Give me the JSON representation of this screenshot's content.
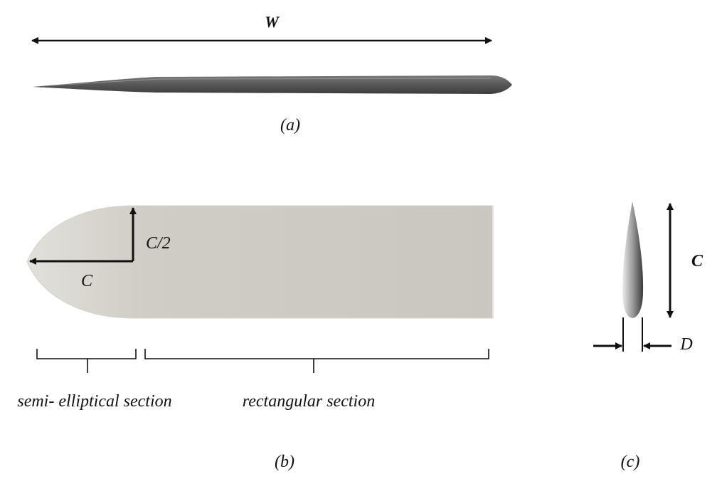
{
  "panel_a": {
    "caption": "(a)",
    "dimension_label": "W"
  },
  "panel_b": {
    "caption": "(b)",
    "half_chord_label": "C/2",
    "chord_label": "C",
    "section_left_label": "semi- elliptical section",
    "section_right_label": "rectangular section"
  },
  "panel_c": {
    "caption": "(c)",
    "chord_label": "C",
    "thickness_label": "D"
  },
  "colors": {
    "background": "#ffffff",
    "ink": "#111111",
    "wing_dark": "#4d4d4d",
    "wing_light": "#cfcdc5",
    "wing_edge": "#d7d5ce"
  }
}
